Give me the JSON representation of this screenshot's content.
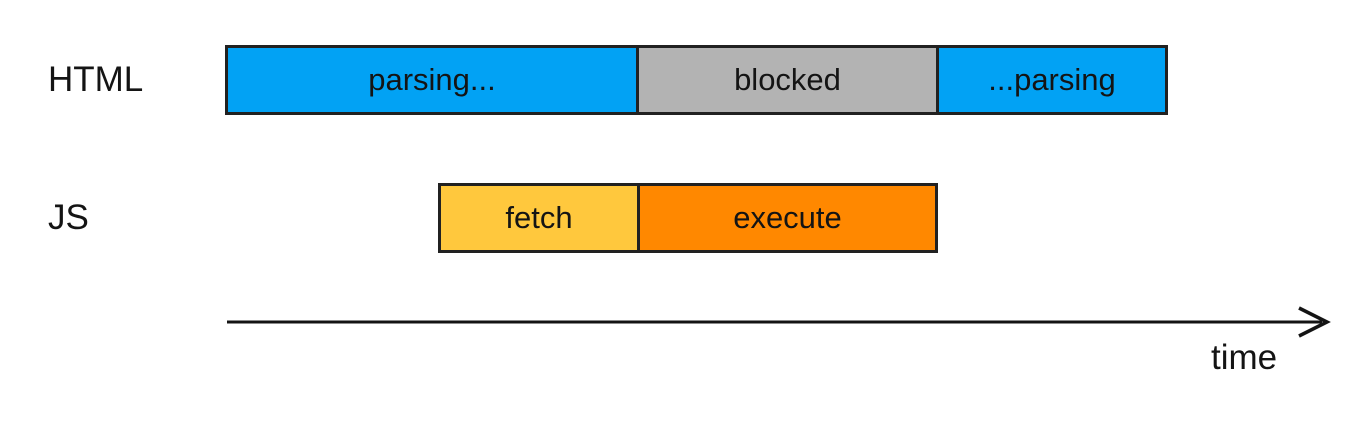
{
  "diagram": {
    "rows": [
      {
        "label": "HTML",
        "segments": [
          {
            "label": "parsing...",
            "color": "#02a2f4"
          },
          {
            "label": "blocked",
            "color": "#b3b3b3"
          },
          {
            "label": "...parsing",
            "color": "#02a2f4"
          }
        ]
      },
      {
        "label": "JS",
        "segments": [
          {
            "label": "fetch",
            "color": "#ffc83d"
          },
          {
            "label": "execute",
            "color": "#ff8800"
          }
        ]
      }
    ],
    "axis": {
      "label": "time"
    },
    "colors": {
      "border": "#212121",
      "text": "#141414",
      "background": "#ffffff"
    }
  }
}
